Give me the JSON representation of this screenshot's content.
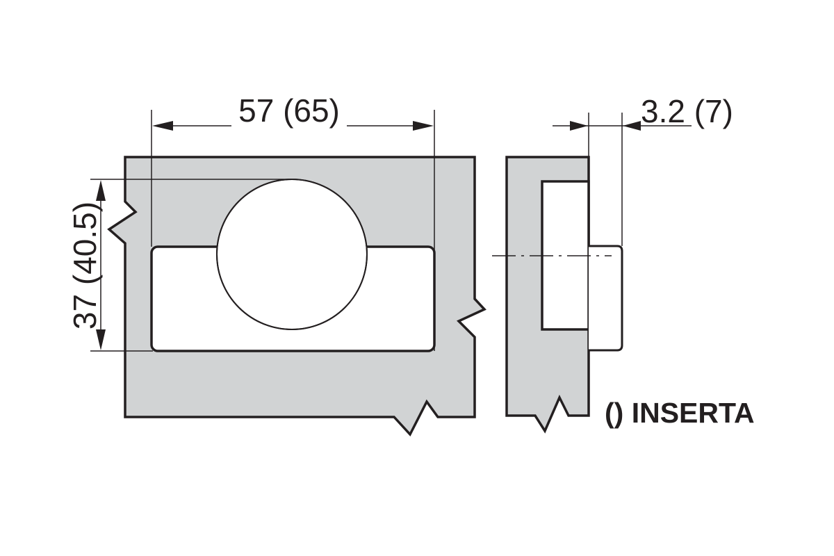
{
  "diagram": {
    "width_dimension": "57 (65)",
    "height_dimension": "37 (40.5)",
    "depth_dimension": "3.2 (7)",
    "legend_label": "() INSERTA",
    "colors": {
      "material": "#d1d3d4",
      "line": "#231f20",
      "background": "#ffffff"
    }
  }
}
